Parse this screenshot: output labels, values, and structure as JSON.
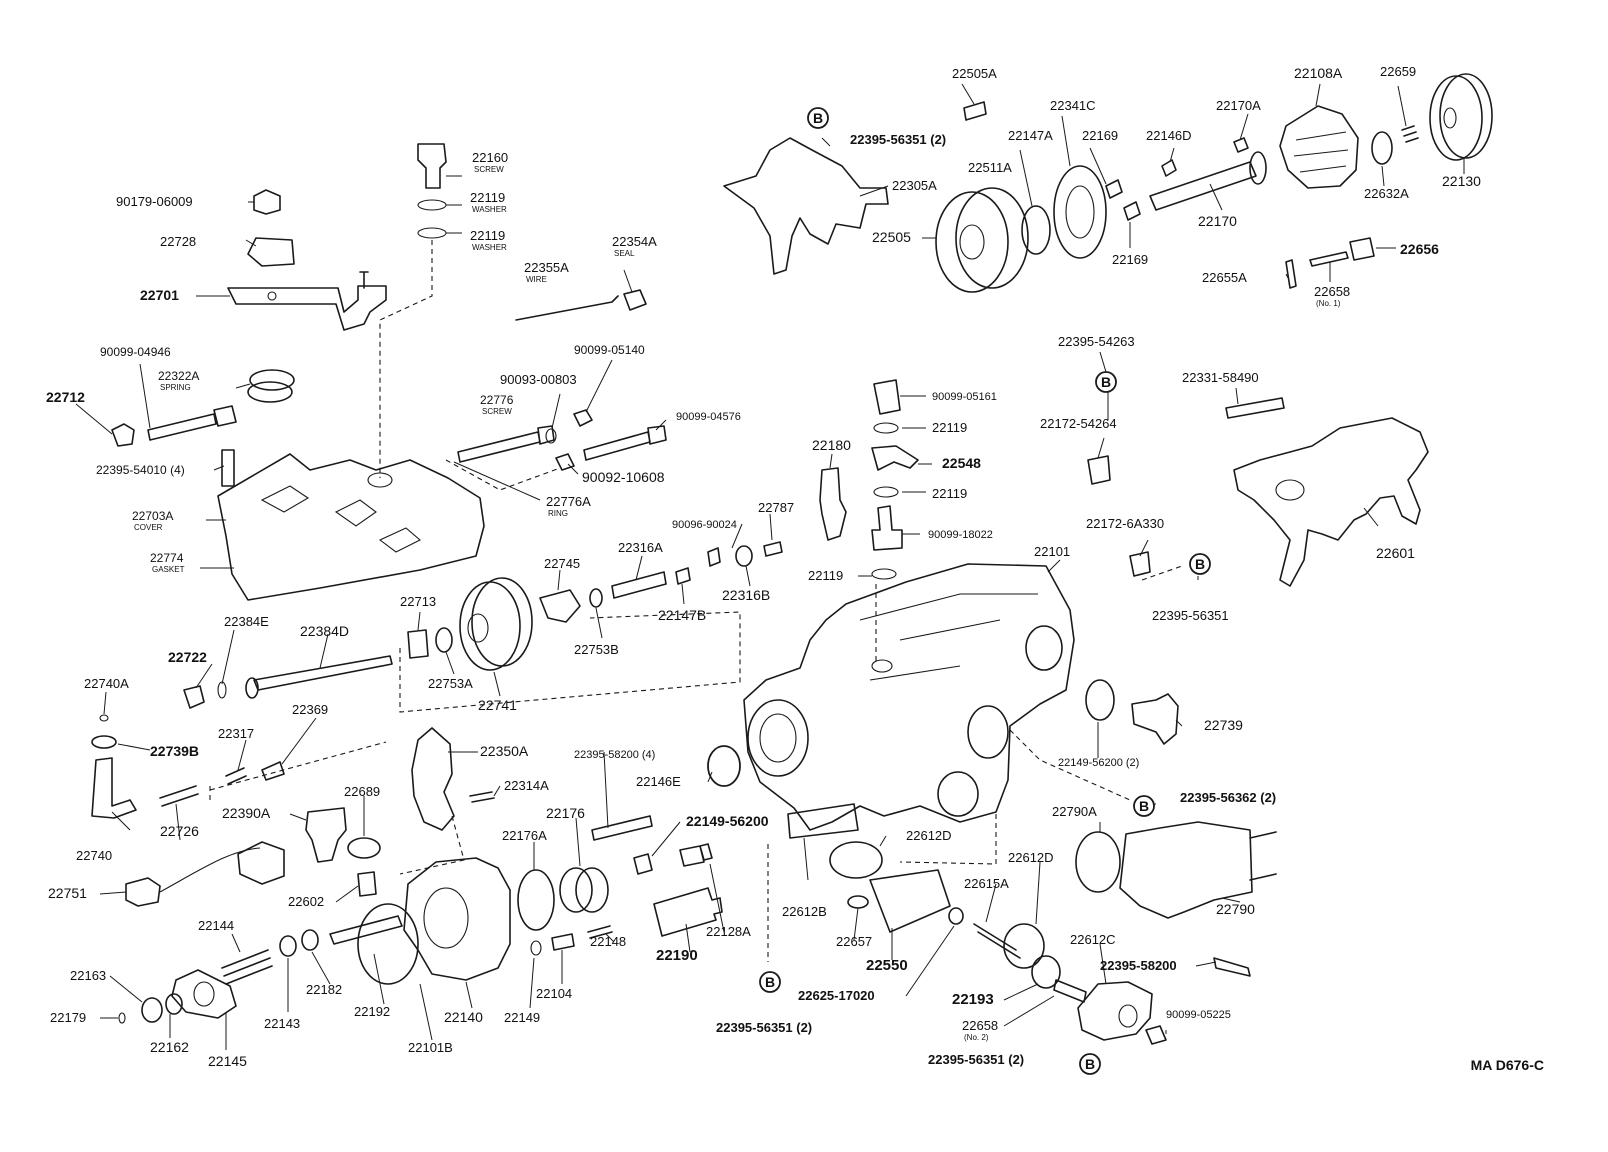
{
  "diagram_id": "MA D676-C",
  "parts": [
    {
      "key": "p22505A",
      "num": "22505A",
      "sub": ""
    },
    {
      "key": "p22108A",
      "num": "22108A",
      "sub": ""
    },
    {
      "key": "p22659",
      "num": "22659",
      "sub": ""
    },
    {
      "key": "p22341C",
      "num": "22341C",
      "sub": ""
    },
    {
      "key": "p22170A",
      "num": "22170A",
      "sub": ""
    },
    {
      "key": "p22395_56351_top",
      "num": "22395-56351 (2)",
      "sub": ""
    },
    {
      "key": "p22147A",
      "num": "22147A",
      "sub": ""
    },
    {
      "key": "p22169a",
      "num": "22169",
      "sub": ""
    },
    {
      "key": "p22146D",
      "num": "22146D",
      "sub": ""
    },
    {
      "key": "p22511A",
      "num": "22511A",
      "sub": ""
    },
    {
      "key": "p22305A",
      "num": "22305A",
      "sub": ""
    },
    {
      "key": "p22632A",
      "num": "22632A",
      "sub": ""
    },
    {
      "key": "p22130",
      "num": "22130",
      "sub": ""
    },
    {
      "key": "p22170",
      "num": "22170",
      "sub": ""
    },
    {
      "key": "p22505",
      "num": "22505",
      "sub": ""
    },
    {
      "key": "p22169b",
      "num": "22169",
      "sub": ""
    },
    {
      "key": "p22656",
      "num": "22656",
      "sub": ""
    },
    {
      "key": "p22655A",
      "num": "22655A",
      "sub": ""
    },
    {
      "key": "p22658_1",
      "num": "22658",
      "sub": "(No. 1)"
    },
    {
      "key": "p22160",
      "num": "22160",
      "sub": "SCREW"
    },
    {
      "key": "p90179",
      "num": "90179-06009",
      "sub": ""
    },
    {
      "key": "p22119a",
      "num": "22119",
      "sub": "WASHER"
    },
    {
      "key": "p22119b",
      "num": "22119",
      "sub": "WASHER"
    },
    {
      "key": "p22728",
      "num": "22728",
      "sub": ""
    },
    {
      "key": "p22354A",
      "num": "22354A",
      "sub": "SEAL"
    },
    {
      "key": "p22355A",
      "num": "22355A",
      "sub": "WIRE"
    },
    {
      "key": "p22701",
      "num": "22701",
      "sub": ""
    },
    {
      "key": "p22395_54263",
      "num": "22395-54263",
      "sub": ""
    },
    {
      "key": "p90099_04946",
      "num": "90099-04946",
      "sub": ""
    },
    {
      "key": "p90099_05140",
      "num": "90099-05140",
      "sub": ""
    },
    {
      "key": "p22331",
      "num": "22331-58490",
      "sub": ""
    },
    {
      "key": "p22322A",
      "num": "22322A",
      "sub": "SPRING"
    },
    {
      "key": "p90093",
      "num": "90093-00803",
      "sub": ""
    },
    {
      "key": "p22712",
      "num": "22712",
      "sub": ""
    },
    {
      "key": "p90099_05161",
      "num": "90099-05161",
      "sub": ""
    },
    {
      "key": "p22776",
      "num": "22776",
      "sub": "SCREW"
    },
    {
      "key": "p90099_04576",
      "num": "90099-04576",
      "sub": ""
    },
    {
      "key": "p22119c",
      "num": "22119",
      "sub": ""
    },
    {
      "key": "p22172_54264",
      "num": "22172-54264",
      "sub": ""
    },
    {
      "key": "p22180",
      "num": "22180",
      "sub": ""
    },
    {
      "key": "p22548",
      "num": "22548",
      "sub": ""
    },
    {
      "key": "p22395_54010",
      "num": "22395-54010 (4)",
      "sub": ""
    },
    {
      "key": "p90092",
      "num": "90092-10608",
      "sub": ""
    },
    {
      "key": "p22119d",
      "num": "22119",
      "sub": ""
    },
    {
      "key": "p22776A",
      "num": "22776A",
      "sub": "RING"
    },
    {
      "key": "p22703A",
      "num": "22703A",
      "sub": "COVER"
    },
    {
      "key": "p90096",
      "num": "90096-90024",
      "sub": ""
    },
    {
      "key": "p22787",
      "num": "22787",
      "sub": ""
    },
    {
      "key": "p90099_18022",
      "num": "90099-18022",
      "sub": ""
    },
    {
      "key": "p22172_6A330",
      "num": "22172-6A330",
      "sub": ""
    },
    {
      "key": "p22601",
      "num": "22601",
      "sub": ""
    },
    {
      "key": "p22774",
      "num": "22774",
      "sub": "GASKET"
    },
    {
      "key": "p22316A",
      "num": "22316A",
      "sub": ""
    },
    {
      "key": "p22101",
      "num": "22101",
      "sub": ""
    },
    {
      "key": "p22745",
      "num": "22745",
      "sub": ""
    },
    {
      "key": "p22119e",
      "num": "22119",
      "sub": ""
    },
    {
      "key": "p22316B",
      "num": "22316B",
      "sub": ""
    },
    {
      "key": "p22147B",
      "num": "22147B",
      "sub": ""
    },
    {
      "key": "p22395_56351_right",
      "num": "22395-56351",
      "sub": ""
    },
    {
      "key": "p22384E",
      "num": "22384E",
      "sub": ""
    },
    {
      "key": "p22384D",
      "num": "22384D",
      "sub": ""
    },
    {
      "key": "p22713",
      "num": "22713",
      "sub": ""
    },
    {
      "key": "p22753B",
      "num": "22753B",
      "sub": ""
    },
    {
      "key": "p22722",
      "num": "22722",
      "sub": ""
    },
    {
      "key": "p22753A",
      "num": "22753A",
      "sub": ""
    },
    {
      "key": "p22740A",
      "num": "22740A",
      "sub": ""
    },
    {
      "key": "p22741",
      "num": "22741",
      "sub": ""
    },
    {
      "key": "p22369",
      "num": "22369",
      "sub": ""
    },
    {
      "key": "p22317",
      "num": "22317",
      "sub": ""
    },
    {
      "key": "p22739B",
      "num": "22739B",
      "sub": ""
    },
    {
      "key": "p22350A",
      "num": "22350A",
      "sub": ""
    },
    {
      "key": "p22395_58200_4",
      "num": "22395-58200 (4)",
      "sub": ""
    },
    {
      "key": "p22739",
      "num": "22739",
      "sub": ""
    },
    {
      "key": "p22149_56200_2",
      "num": "22149-56200 (2)",
      "sub": ""
    },
    {
      "key": "p22146E",
      "num": "22146E",
      "sub": ""
    },
    {
      "key": "p22314A",
      "num": "22314A",
      "sub": ""
    },
    {
      "key": "p22390A",
      "num": "22390A",
      "sub": ""
    },
    {
      "key": "p22689",
      "num": "22689",
      "sub": ""
    },
    {
      "key": "p22176",
      "num": "22176",
      "sub": ""
    },
    {
      "key": "p22395_56362",
      "num": "22395-56362 (2)",
      "sub": ""
    },
    {
      "key": "p22740",
      "num": "22740",
      "sub": ""
    },
    {
      "key": "p22726",
      "num": "22726",
      "sub": ""
    },
    {
      "key": "p22176A",
      "num": "22176A",
      "sub": ""
    },
    {
      "key": "p22149_56200",
      "num": "22149-56200",
      "sub": ""
    },
    {
      "key": "p22612D_a",
      "num": "22612D",
      "sub": ""
    },
    {
      "key": "p22790A",
      "num": "22790A",
      "sub": ""
    },
    {
      "key": "p22751",
      "num": "22751",
      "sub": ""
    },
    {
      "key": "p22612D_b",
      "num": "22612D",
      "sub": ""
    },
    {
      "key": "p22602",
      "num": "22602",
      "sub": ""
    },
    {
      "key": "p22612B",
      "num": "22612B",
      "sub": ""
    },
    {
      "key": "p22615A",
      "num": "22615A",
      "sub": ""
    },
    {
      "key": "p22790",
      "num": "22790",
      "sub": ""
    },
    {
      "key": "p22144",
      "num": "22144",
      "sub": ""
    },
    {
      "key": "p22128A",
      "num": "22128A",
      "sub": ""
    },
    {
      "key": "p22657",
      "num": "22657",
      "sub": ""
    },
    {
      "key": "p22148",
      "num": "22148",
      "sub": ""
    },
    {
      "key": "p22612C",
      "num": "22612C",
      "sub": ""
    },
    {
      "key": "p22190",
      "num": "22190",
      "sub": ""
    },
    {
      "key": "p22550",
      "num": "22550",
      "sub": ""
    },
    {
      "key": "p22395_58200",
      "num": "22395-58200",
      "sub": ""
    },
    {
      "key": "p22163",
      "num": "22163",
      "sub": ""
    },
    {
      "key": "p22104",
      "num": "22104",
      "sub": ""
    },
    {
      "key": "p22182",
      "num": "22182",
      "sub": ""
    },
    {
      "key": "p22179",
      "num": "22179",
      "sub": ""
    },
    {
      "key": "p22143",
      "num": "22143",
      "sub": ""
    },
    {
      "key": "p22192",
      "num": "22192",
      "sub": ""
    },
    {
      "key": "p22140",
      "num": "22140",
      "sub": ""
    },
    {
      "key": "p22149",
      "num": "22149",
      "sub": ""
    },
    {
      "key": "p22625",
      "num": "22625-17020",
      "sub": ""
    },
    {
      "key": "p22193",
      "num": "22193",
      "sub": ""
    },
    {
      "key": "p90099_05225",
      "num": "90099-05225",
      "sub": ""
    },
    {
      "key": "p22162",
      "num": "22162",
      "sub": ""
    },
    {
      "key": "p22101B",
      "num": "22101B",
      "sub": ""
    },
    {
      "key": "p22145",
      "num": "22145",
      "sub": ""
    },
    {
      "key": "p22658_2",
      "num": "22658",
      "sub": "(No. 2)"
    },
    {
      "key": "p22395_56351_bl",
      "num": "22395-56351 (2)",
      "sub": ""
    },
    {
      "key": "p22395_56351_br",
      "num": "22395-56351 (2)",
      "sub": ""
    }
  ],
  "b_markers": [
    {
      "key": "b1",
      "text": "B"
    },
    {
      "key": "b2",
      "text": "B"
    },
    {
      "key": "b3",
      "text": "B"
    },
    {
      "key": "b4",
      "text": "B"
    },
    {
      "key": "b5",
      "text": "B"
    },
    {
      "key": "b6",
      "text": "B"
    }
  ]
}
